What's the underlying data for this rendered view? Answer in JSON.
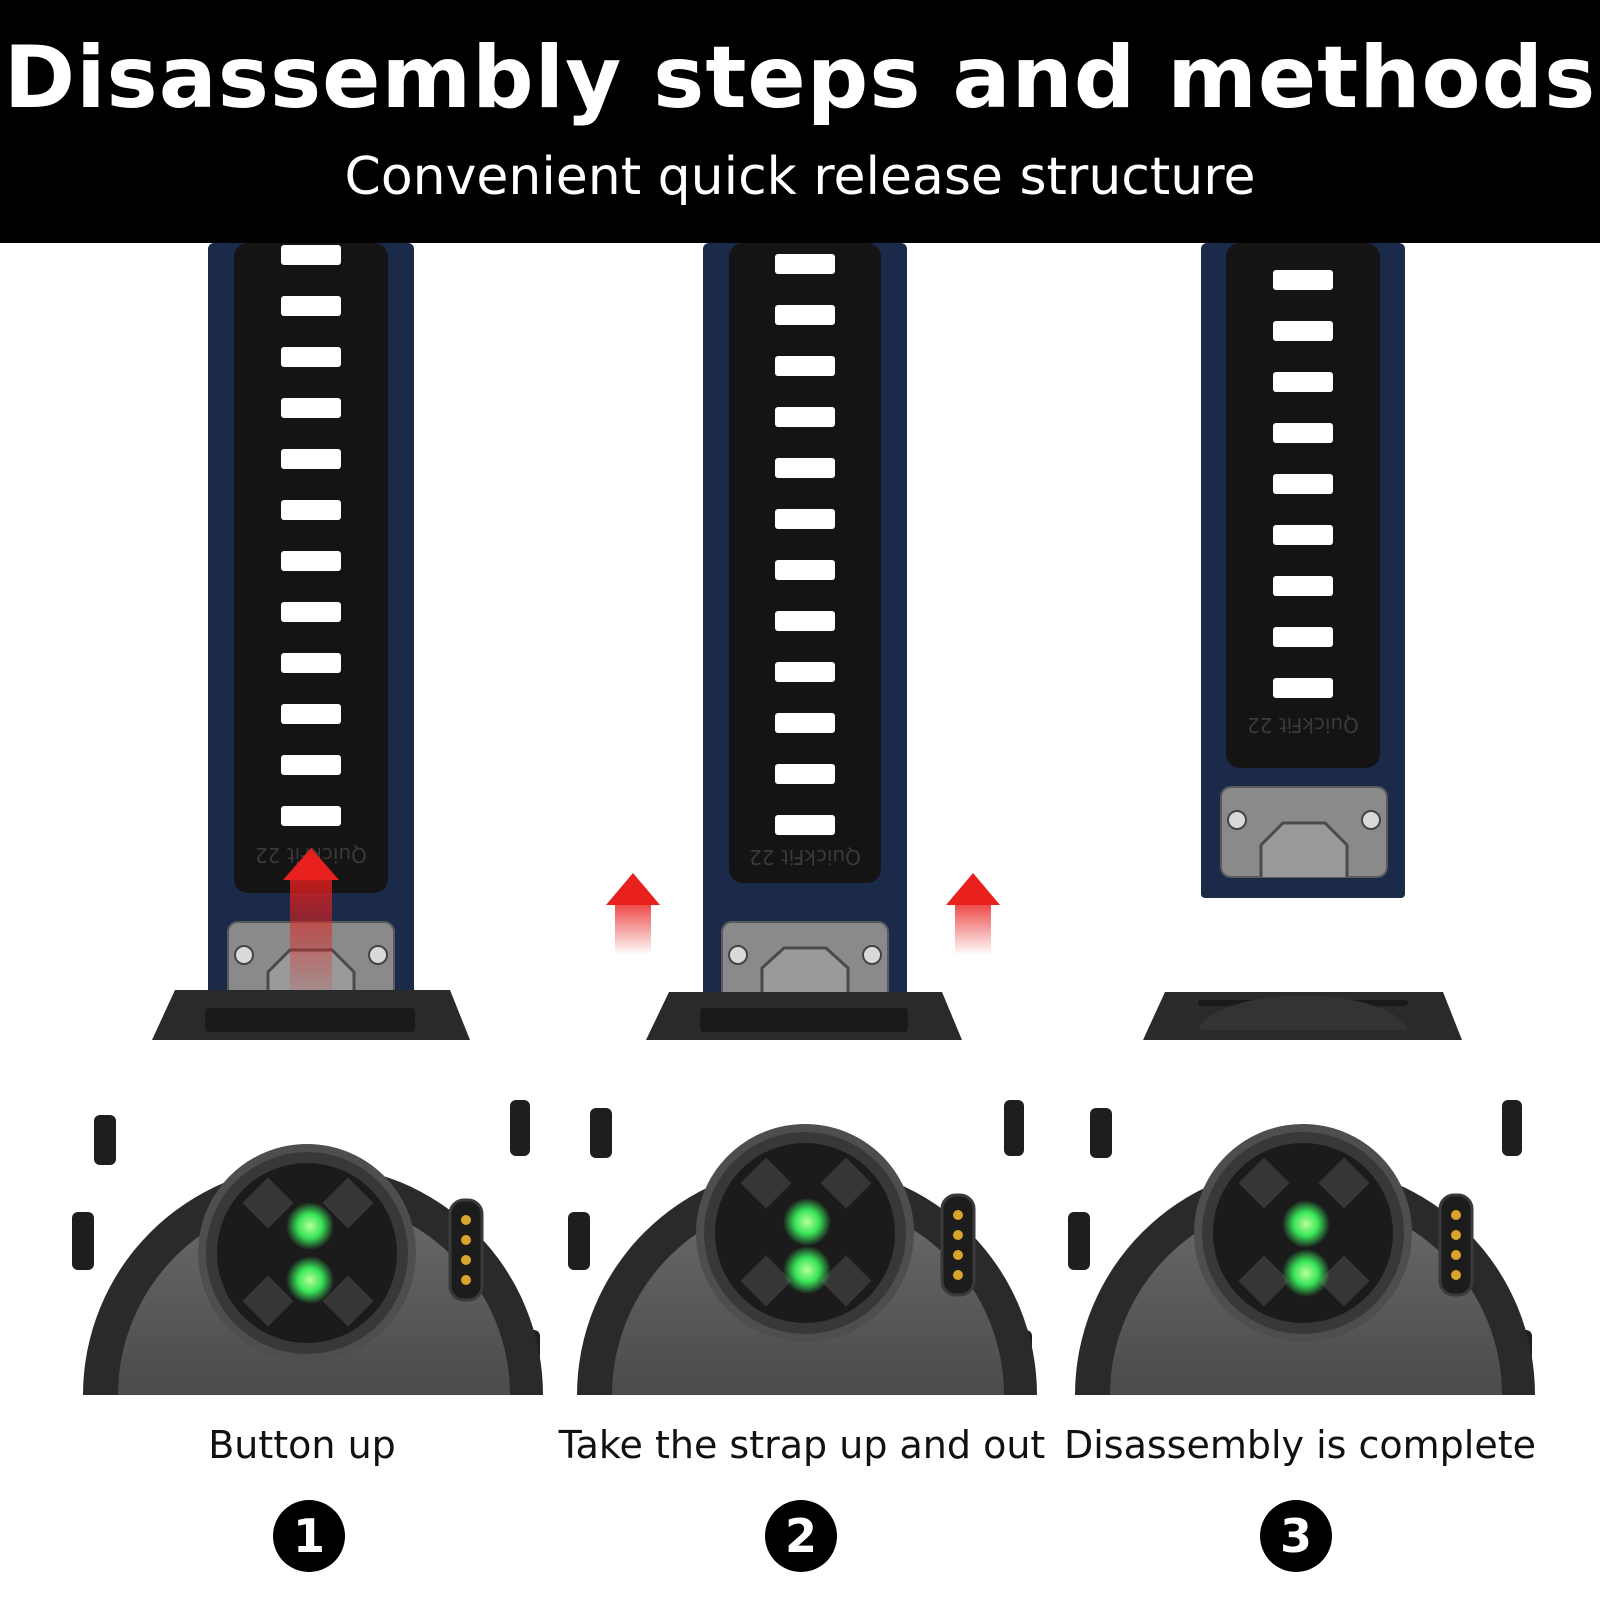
{
  "header": {
    "title": "Disassembly steps and methods",
    "subtitle": "Convenient quick release structure"
  },
  "strap_label": "QuickFit 22",
  "steps": [
    {
      "label": "Button up",
      "number": "1"
    },
    {
      "label": "Take the strap up and out",
      "number": "2"
    },
    {
      "label": "Disassembly is complete",
      "number": "3"
    }
  ],
  "colors": {
    "strap_outer": "#1c2a4a",
    "strap_inner": "#141414",
    "arrow": "#e8201e",
    "watch_body": "#5b5b5b",
    "sensor_light": "#39e55a"
  }
}
